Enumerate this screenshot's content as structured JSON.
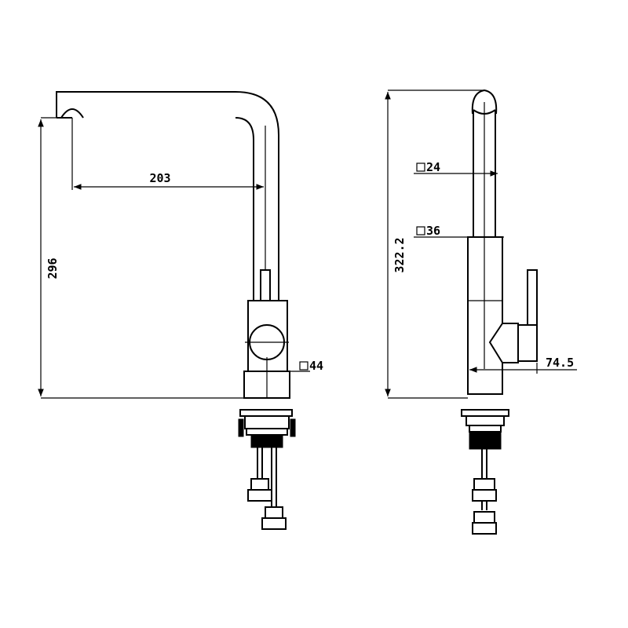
{
  "diagram": {
    "front_view": {
      "width_dim": "203",
      "height_dim": "296",
      "base_square_dim": "44"
    },
    "side_view": {
      "height_dim": "322.2",
      "spout_square_dim": "24",
      "body_square_dim": "36",
      "handle_depth_dim": "74.5"
    },
    "colors": {
      "line": "#000000",
      "background": "#ffffff"
    }
  }
}
